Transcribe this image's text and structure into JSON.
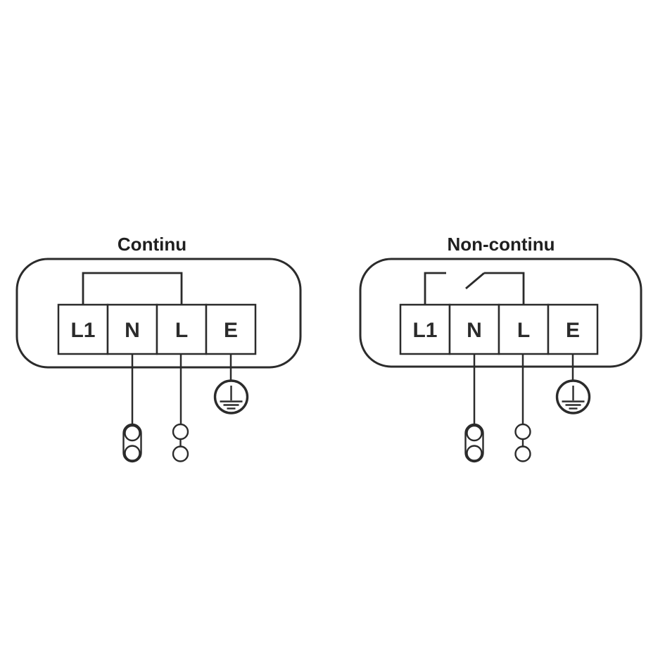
{
  "colors": {
    "background": "#ffffff",
    "line": "#2b2b2b",
    "title_text": "#1f1f1f"
  },
  "diagrams": [
    {
      "title": "Continu",
      "terminals": [
        "L1",
        "N",
        "L",
        "E"
      ],
      "link_style": "solid-bridge-L1-to-L",
      "icons": [
        "earth-ground-icon",
        "capsule-connector-icon",
        "double-circle-connector-icon"
      ]
    },
    {
      "title": "Non-continu",
      "terminals": [
        "L1",
        "N",
        "L",
        "E"
      ],
      "link_style": "switched-bridge-L1-to-L",
      "icons": [
        "switch-contact-icon",
        "earth-ground-icon",
        "capsule-connector-icon",
        "double-circle-connector-icon"
      ]
    }
  ]
}
